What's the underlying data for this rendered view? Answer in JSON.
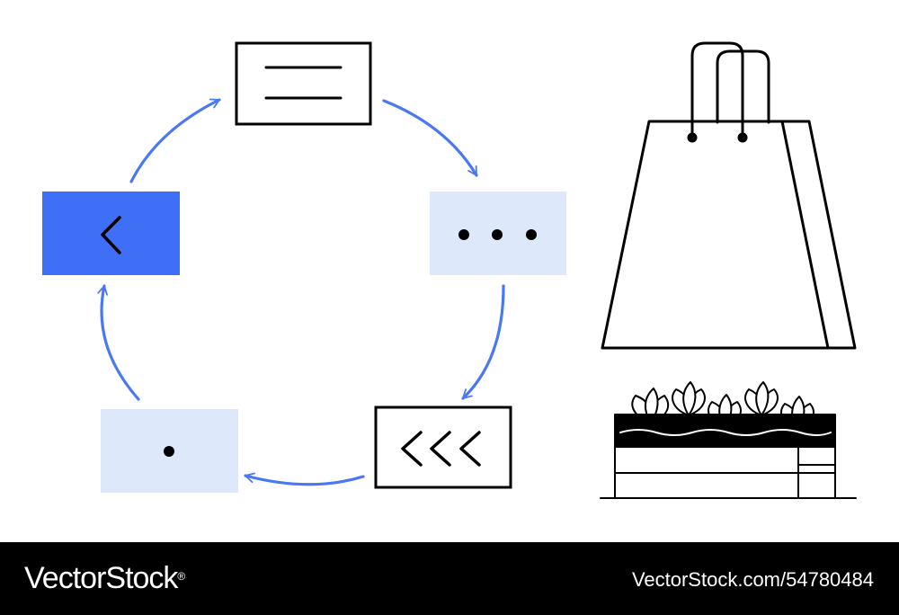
{
  "colors": {
    "accent_blue": "#3f6ff6",
    "arrow_blue": "#4a78f2",
    "light_blue": "#dde8fb",
    "stroke": "#000000",
    "background": "#ffffff",
    "footer_bg": "#000000",
    "footer_text": "#ffffff"
  },
  "cycle": {
    "nodes": [
      {
        "name": "document-card",
        "icon": "menu-lines-icon"
      },
      {
        "name": "more-card",
        "icon": "dots-icon"
      },
      {
        "name": "rewind-card",
        "icon": "triple-chevron-left-icon"
      },
      {
        "name": "dot-card",
        "icon": "single-dot-icon"
      },
      {
        "name": "back-card",
        "icon": "chevron-left-icon"
      }
    ],
    "arrows": [
      "clockwise",
      "clockwise",
      "clockwise",
      "clockwise",
      "clockwise"
    ]
  },
  "objects": {
    "shopping_bag": {
      "icon": "shopping-bag-icon"
    },
    "planter_box": {
      "icon": "planter-box-icon"
    }
  },
  "footer": {
    "brand": "VectorStock",
    "trademark": "®",
    "image_id": "VectorStock.com/54780484"
  }
}
